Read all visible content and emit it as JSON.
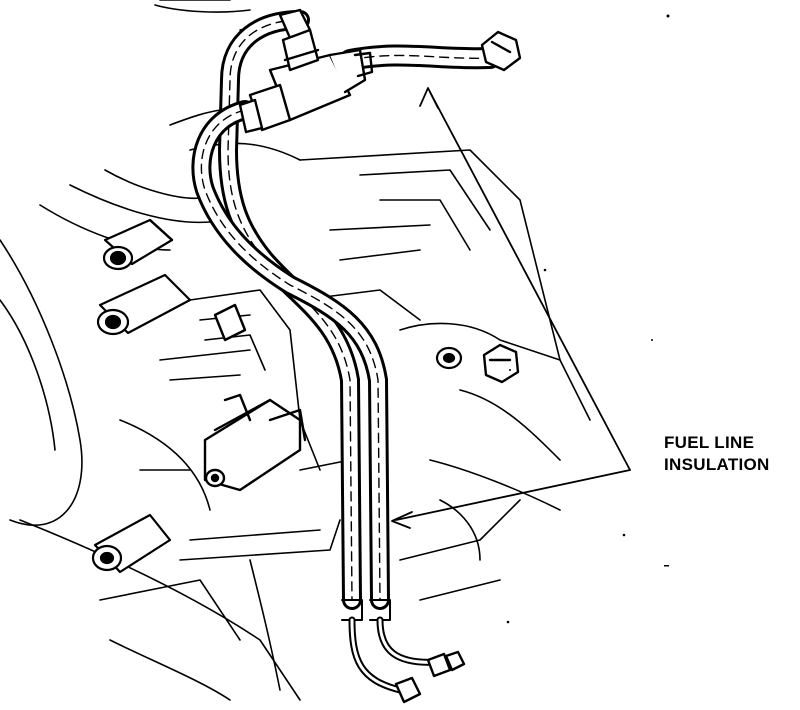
{
  "callout": {
    "line1": "FUEL LINE",
    "line2": "INSULATION"
  },
  "colors": {
    "ink": "#000000",
    "paper": "#ffffff"
  },
  "icons": [
    "fuel-line-hose",
    "hex-fitting-icon",
    "mounting-bracket-icon",
    "engine-block"
  ]
}
